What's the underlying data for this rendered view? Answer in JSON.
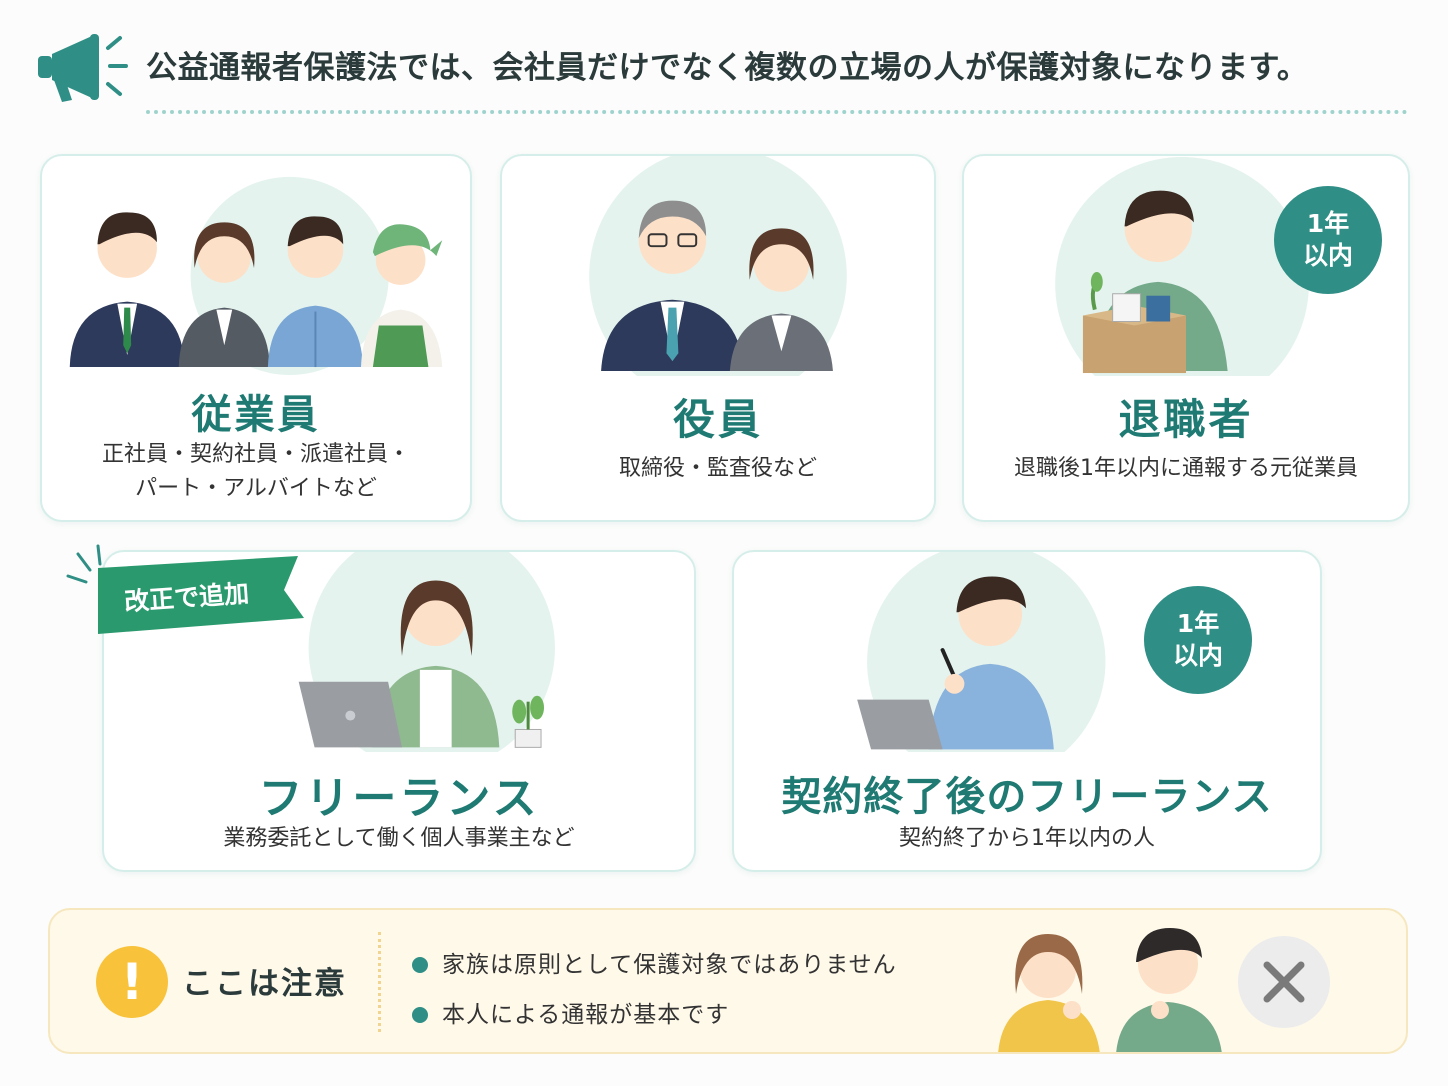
{
  "header": {
    "title": "公益通報者保護法では、会社員だけでなく複数の立場の人が保護対象になります。"
  },
  "cards": {
    "employee": {
      "title": "従業員",
      "desc_line1": "正社員・契約社員・派遣社員・",
      "desc_line2": "パート・アルバイトなど"
    },
    "officer": {
      "title": "役員",
      "desc": "取締役・監査役など"
    },
    "retiree": {
      "title": "退職者",
      "desc": "退職後1年以内に通報する元従業員",
      "badge_line1": "1年",
      "badge_line2": "以内"
    },
    "freelance": {
      "title": "フリーランス",
      "desc": "業務委託として働く個人事業主など",
      "ribbon": "改正で追加"
    },
    "former_freelance": {
      "title": "契約終了後のフリーランス",
      "desc": "契約終了から1年以内の人",
      "badge_line1": "1年",
      "badge_line2": "以内"
    }
  },
  "notice": {
    "title": "ここは注意",
    "items": [
      "家族は原則として保護対象ではありません",
      "本人による通報が基本です"
    ]
  },
  "colors": {
    "accent": "#2f8f86",
    "title_teal": "#1e7a72",
    "ribbon_green": "#2a9a6e",
    "warning_yellow": "#f8c23a",
    "card_border": "#d6eeea",
    "notice_bg": "#fff9ea"
  },
  "icons": {
    "header": "megaphone-icon",
    "notice": "exclamation-icon",
    "notice_close": "x-mark-icon"
  }
}
